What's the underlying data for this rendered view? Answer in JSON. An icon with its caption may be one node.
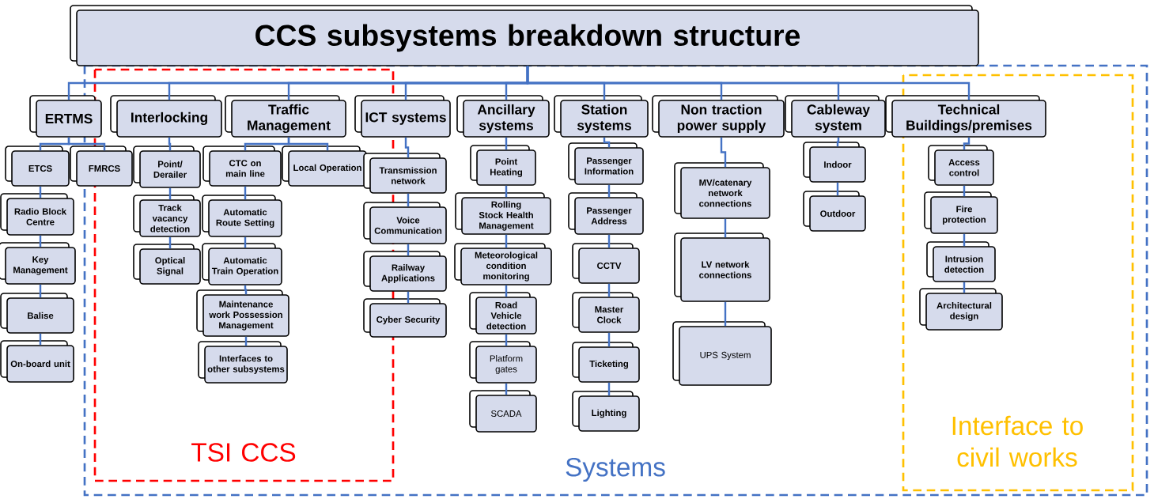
{
  "diagram": {
    "nodes": [
      {
        "text": [
          "CCS subsystems breakdown structure"
        ]
      },
      {
        "text": [
          "ERTMS"
        ]
      },
      {
        "text": [
          "Interlocking"
        ]
      },
      {
        "text": [
          "Traffic Management"
        ]
      },
      {
        "text": [
          "ICT systems"
        ]
      },
      {
        "text": [
          "Ancillary systems"
        ]
      },
      {
        "text": [
          "Station systems"
        ]
      },
      {
        "text": [
          "Non traction power supply"
        ]
      },
      {
        "text": [
          "Cableway system"
        ]
      },
      {
        "text": [
          "Technical Buildings/premises"
        ]
      },
      {
        "text": [
          "ETCS"
        ]
      },
      {
        "text": [
          "FMRCS"
        ]
      },
      {
        "text": [
          "Radio Block Centre"
        ]
      },
      {
        "text": [
          "Key Management"
        ]
      },
      {
        "text": [
          "Balise"
        ]
      },
      {
        "text": [
          "On-board unit"
        ]
      },
      {
        "text": [
          "Point/ Derailer"
        ]
      },
      {
        "text": [
          "Track vacancy detection"
        ]
      },
      {
        "text": [
          "Optical Signal"
        ]
      },
      {
        "text": [
          "CTC on main line"
        ]
      },
      {
        "text": [
          "Local Operation"
        ]
      },
      {
        "text": [
          "Automatic Route Setting"
        ]
      },
      {
        "text": [
          "Automatic Train Operation"
        ]
      },
      {
        "text": [
          "Maintenance work Possession Management"
        ]
      },
      {
        "text": [
          "Interfaces to other subsystems"
        ]
      },
      {
        "text": [
          "Transmission network"
        ]
      },
      {
        "text": [
          "Voice Communication"
        ]
      },
      {
        "text": [
          "Railway Applications"
        ]
      },
      {
        "text": [
          "Cyber Security"
        ]
      },
      {
        "text": [
          "Point Heating"
        ]
      },
      {
        "text": [
          "Rolling Stock Health Management"
        ]
      },
      {
        "text": [
          "Meteorological condition monitoring"
        ]
      },
      {
        "text": [
          "Road Vehicle detection"
        ]
      },
      {
        "text": [
          "Platform gates"
        ]
      },
      {
        "text": [
          "SCADA"
        ]
      },
      {
        "text": [
          "Passenger Information"
        ]
      },
      {
        "text": [
          "Passenger Address"
        ]
      },
      {
        "text": [
          "CCTV"
        ]
      },
      {
        "text": [
          "Master Clock"
        ]
      },
      {
        "text": [
          "Ticketing"
        ]
      },
      {
        "text": [
          "Lighting"
        ]
      },
      {
        "text": [
          "MV/catenary network connections"
        ]
      },
      {
        "text": [
          "LV network connections"
        ]
      },
      {
        "text": [
          "UPS System"
        ]
      },
      {
        "text": [
          "Indoor"
        ]
      },
      {
        "text": [
          "Outdoor"
        ]
      },
      {
        "text": [
          "Access control"
        ]
      },
      {
        "text": [
          "Fire protection"
        ]
      },
      {
        "text": [
          "Intrusion detection"
        ]
      },
      {
        "text": [
          "Architectural design"
        ]
      }
    ],
    "edges": [
      {
        "from": 0,
        "to": 1,
        "arrow": "none"
      },
      {
        "from": 0,
        "to": 2,
        "arrow": "none"
      },
      {
        "from": 0,
        "to": 3,
        "arrow": "none"
      },
      {
        "from": 0,
        "to": 4,
        "arrow": "none"
      },
      {
        "from": 0,
        "to": 5,
        "arrow": "none"
      },
      {
        "from": 0,
        "to": 6,
        "arrow": "none"
      },
      {
        "from": 0,
        "to": 7,
        "arrow": "none"
      },
      {
        "from": 0,
        "to": 8,
        "arrow": "none"
      },
      {
        "from": 0,
        "to": 9,
        "arrow": "none"
      },
      {
        "from": 1,
        "to": 10,
        "arrow": "none"
      },
      {
        "from": 1,
        "to": 11,
        "arrow": "none"
      },
      {
        "from": 10,
        "to": 12,
        "arrow": "none"
      },
      {
        "from": 12,
        "to": 13,
        "arrow": "none"
      },
      {
        "from": 13,
        "to": 14,
        "arrow": "none"
      },
      {
        "from": 14,
        "to": 15,
        "arrow": "none"
      },
      {
        "from": 2,
        "to": 16,
        "arrow": "none"
      },
      {
        "from": 16,
        "to": 17,
        "arrow": "none"
      },
      {
        "from": 17,
        "to": 18,
        "arrow": "none"
      },
      {
        "from": 3,
        "to": 19,
        "arrow": "none"
      },
      {
        "from": 3,
        "to": 20,
        "arrow": "none"
      },
      {
        "from": 19,
        "to": 21,
        "arrow": "none"
      },
      {
        "from": 21,
        "to": 22,
        "arrow": "none"
      },
      {
        "from": 22,
        "to": 23,
        "arrow": "none"
      },
      {
        "from": 23,
        "to": 24,
        "arrow": "none"
      },
      {
        "from": 4,
        "to": 25,
        "arrow": "none"
      },
      {
        "from": 25,
        "to": 26,
        "arrow": "none"
      },
      {
        "from": 26,
        "to": 27,
        "arrow": "none"
      },
      {
        "from": 27,
        "to": 28,
        "arrow": "none"
      },
      {
        "from": 5,
        "to": 29,
        "arrow": "none"
      },
      {
        "from": 29,
        "to": 30,
        "arrow": "none"
      },
      {
        "from": 30,
        "to": 31,
        "arrow": "none"
      },
      {
        "from": 31,
        "to": 32,
        "arrow": "none"
      },
      {
        "from": 32,
        "to": 33,
        "arrow": "none"
      },
      {
        "from": 33,
        "to": 34,
        "arrow": "none"
      },
      {
        "from": 6,
        "to": 35,
        "arrow": "none"
      },
      {
        "from": 35,
        "to": 36,
        "arrow": "none"
      },
      {
        "from": 36,
        "to": 37,
        "arrow": "none"
      },
      {
        "from": 37,
        "to": 38,
        "arrow": "none"
      },
      {
        "from": 38,
        "to": 39,
        "arrow": "none"
      },
      {
        "from": 39,
        "to": 40,
        "arrow": "none"
      },
      {
        "from": 7,
        "to": 41,
        "arrow": "none"
      },
      {
        "from": 41,
        "to": 42,
        "arrow": "none"
      },
      {
        "from": 42,
        "to": 43,
        "arrow": "none"
      },
      {
        "from": 8,
        "to": 44,
        "arrow": "none"
      },
      {
        "from": 44,
        "to": 45,
        "arrow": "none"
      },
      {
        "from": 9,
        "to": 46,
        "arrow": "none"
      },
      {
        "from": 46,
        "to": 47,
        "arrow": "none"
      },
      {
        "from": 47,
        "to": 48,
        "arrow": "none"
      },
      {
        "from": 48,
        "to": 49,
        "arrow": "none"
      }
    ],
    "labels": [
      "TSI CCS",
      "Systems",
      "Interface to civil works"
    ]
  }
}
